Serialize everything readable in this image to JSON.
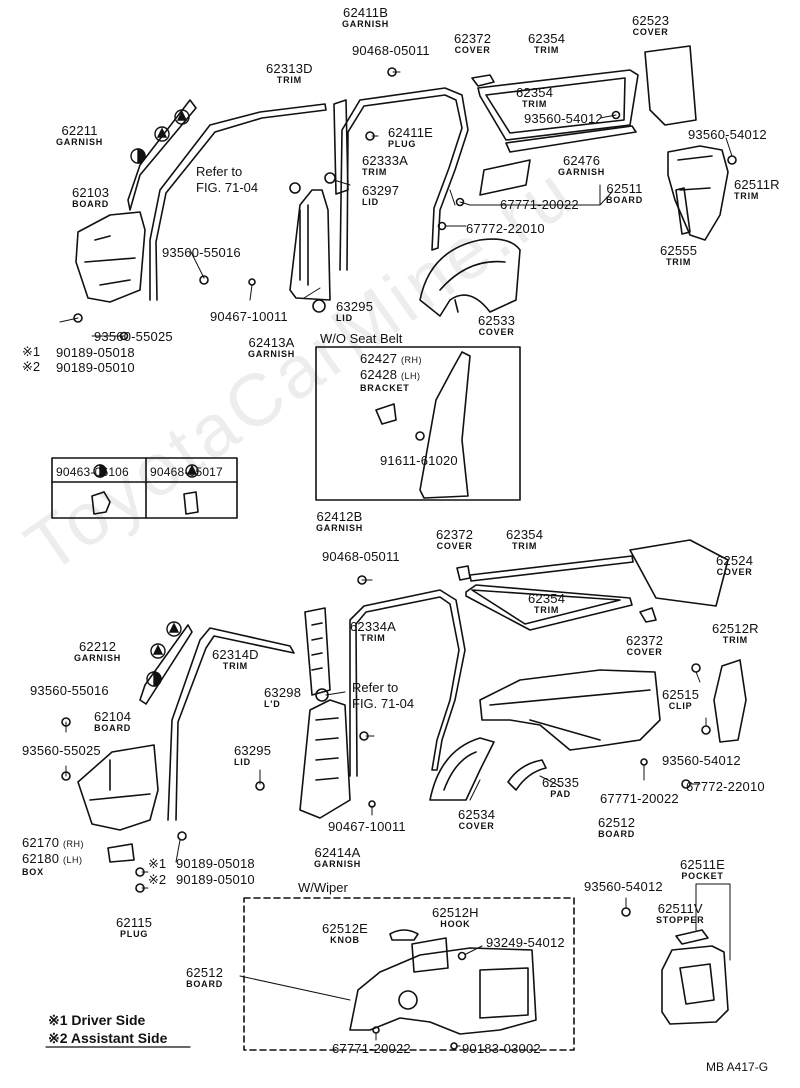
{
  "watermark": "ToyotaCarMine.ru",
  "page_code": "MB  A417-G",
  "parts": {
    "p62411B": {
      "num": "62411B",
      "name": "GARNISH"
    },
    "p90468_05011a": {
      "num": "90468-05011"
    },
    "p62372a": {
      "num": "62372",
      "name": "COVER"
    },
    "p62354a": {
      "num": "62354",
      "name": "TRIM"
    },
    "p62523": {
      "num": "62523",
      "name": "COVER"
    },
    "p62313D": {
      "num": "62313D",
      "name": "TRIM"
    },
    "p62354b": {
      "num": "62354",
      "name": "TRIM"
    },
    "p93560_54012a": {
      "num": "93560-54012"
    },
    "p62211": {
      "num": "62211",
      "name": "GARNISH"
    },
    "p62411E": {
      "num": "62411E",
      "name": "PLUG"
    },
    "p62333A": {
      "num": "62333A",
      "name": "TRIM"
    },
    "p93560_54012b": {
      "num": "93560-54012"
    },
    "p62476": {
      "num": "62476",
      "name": "GARNISH"
    },
    "p63297": {
      "num": "63297",
      "name": "LID"
    },
    "p62103": {
      "num": "62103",
      "name": "BOARD"
    },
    "p62511": {
      "num": "62511",
      "name": "BOARD"
    },
    "p67771_20022a": {
      "num": "67771-20022"
    },
    "p62511R": {
      "num": "62511R",
      "name": "TRIM"
    },
    "p67772_22010a": {
      "num": "67772-22010"
    },
    "p93560_55016a": {
      "num": "93560-55016"
    },
    "p62555": {
      "num": "62555",
      "name": "TRIM"
    },
    "p63295a": {
      "num": "63295",
      "name": "LID"
    },
    "p90467_10011a": {
      "num": "90467-10011"
    },
    "p62533": {
      "num": "62533",
      "name": "COVER"
    },
    "p93560_55025a": {
      "num": "93560-55025"
    },
    "p62413A": {
      "num": "62413A",
      "name": "GARNISH"
    },
    "p90189_05018a": {
      "num": "90189-05018"
    },
    "p90189_05010a": {
      "num": "90189-05010"
    },
    "p62427": {
      "num": "62427",
      "suffix": "(RH)"
    },
    "p62428": {
      "num": "62428",
      "suffix": "(LH)",
      "name": "BRACKET"
    },
    "p91611_61020": {
      "num": "91611-61020"
    },
    "p90463_06106": {
      "num": "90463-06106"
    },
    "p90468_05017": {
      "num": "90468-05017"
    },
    "p62412B": {
      "num": "62412B",
      "name": "GARNISH"
    },
    "p90468_05011b": {
      "num": "90468-05011"
    },
    "p62372b": {
      "num": "62372",
      "name": "COVER"
    },
    "p62354c": {
      "num": "62354",
      "name": "TRIM"
    },
    "p62524": {
      "num": "62524",
      "name": "COVER"
    },
    "p62354d": {
      "num": "62354",
      "name": "TRIM"
    },
    "p62334A": {
      "num": "62334A",
      "name": "TRIM"
    },
    "p62212": {
      "num": "62212",
      "name": "GARNISH"
    },
    "p62314D": {
      "num": "62314D",
      "name": "TRIM"
    },
    "p62372c": {
      "num": "62372",
      "name": "COVER"
    },
    "p62512R": {
      "num": "62512R",
      "name": "TRIM"
    },
    "p93560_55016b": {
      "num": "93560-55016"
    },
    "p62104": {
      "num": "62104",
      "name": "BOARD"
    },
    "p63298": {
      "num": "63298",
      "name": "L'D"
    },
    "p62515": {
      "num": "62515",
      "name": "CLIP"
    },
    "p93560_55025b": {
      "num": "93560-55025"
    },
    "p93560_54012c": {
      "num": "93560-54012"
    },
    "p63295b": {
      "num": "63295",
      "name": "LID"
    },
    "p62535": {
      "num": "62535",
      "name": "PAD"
    },
    "p67772_22010b": {
      "num": "67772-22010"
    },
    "p67771_20022b": {
      "num": "67771-20022"
    },
    "p62534": {
      "num": "62534",
      "name": "COVER"
    },
    "p62512a": {
      "num": "62512",
      "name": "BOARD"
    },
    "p90467_10011b": {
      "num": "90467-10011"
    },
    "p62170": {
      "num": "62170",
      "suffix": "(RH)"
    },
    "p62180": {
      "num": "62180",
      "suffix": "(LH)",
      "name": "BOX"
    },
    "p62414A": {
      "num": "62414A",
      "name": "GARNISH"
    },
    "p90189_05018b": {
      "num": "90189-05018"
    },
    "p90189_05010b": {
      "num": "90189-05010"
    },
    "p62511E": {
      "num": "62511E",
      "name": "POCKET"
    },
    "p93560_54012d": {
      "num": "93560-54012"
    },
    "p62511V": {
      "num": "62511V",
      "name": "STOPPER"
    },
    "p62115": {
      "num": "62115",
      "name": "PLUG"
    },
    "p62512E": {
      "num": "62512E",
      "name": "KNOB"
    },
    "p62512H": {
      "num": "62512H",
      "name": "HOOK"
    },
    "p93249_54012": {
      "num": "93249-54012"
    },
    "p62512b": {
      "num": "62512",
      "name": "BOARD"
    },
    "p67771_20022c": {
      "num": "67771-20022"
    },
    "p90183_03002": {
      "num": "90183-03002"
    }
  },
  "labels": {
    "refer1": "Refer to",
    "fig1": "FIG. 71-04",
    "refer2": "Refer to",
    "fig2": "FIG. 71-04",
    "wo_seat_belt": "W/O Seat Belt",
    "w_wiper": "W/Wiper",
    "star1": "※1",
    "star2": "※2",
    "legend1": "※1 Driver Side",
    "legend2": "※2 Assistant Side"
  }
}
